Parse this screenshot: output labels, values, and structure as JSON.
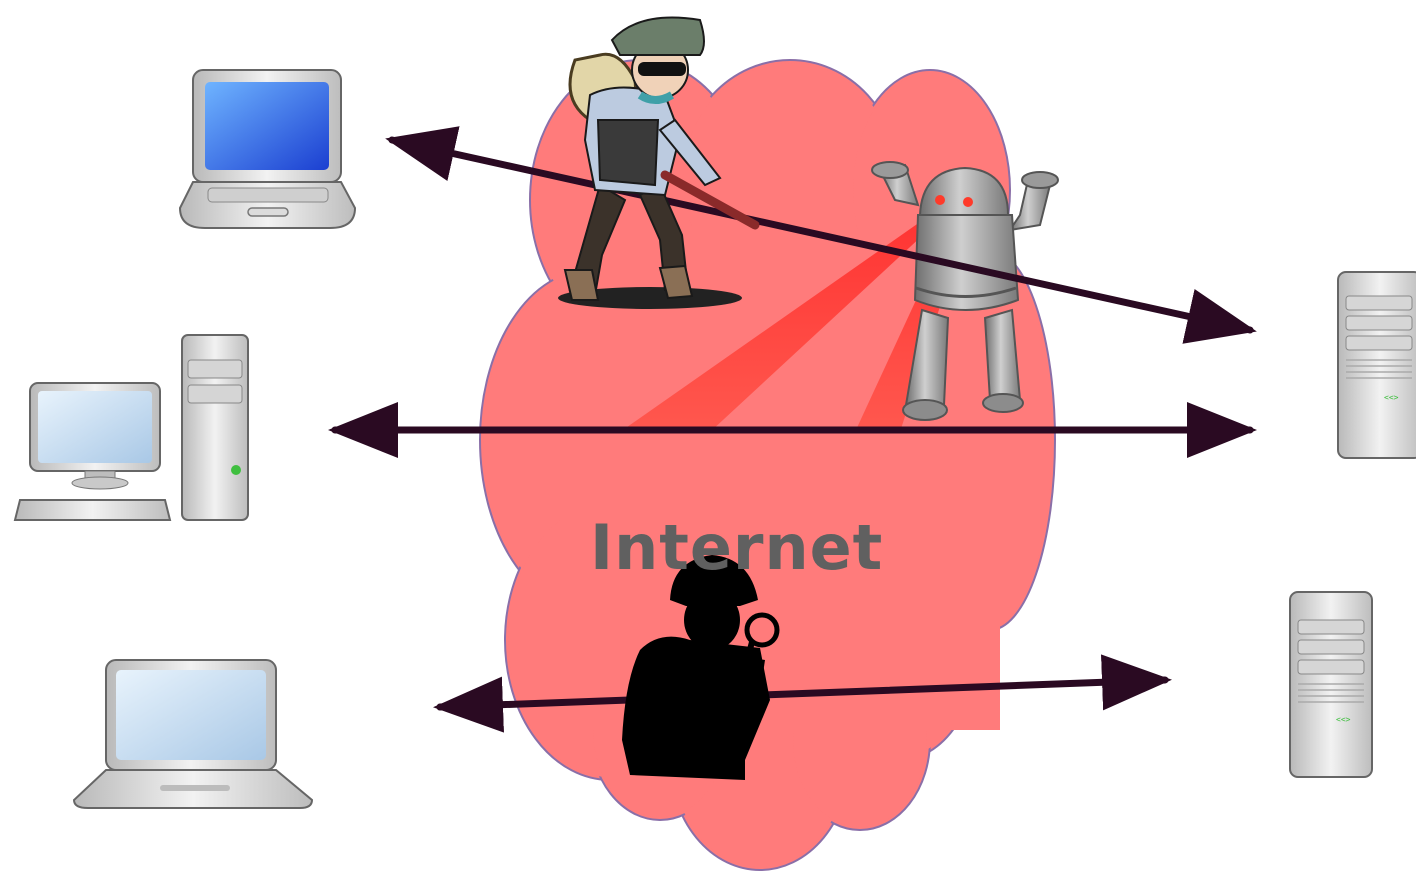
{
  "cloud": {
    "label": "Internet",
    "fill_color": "#ff7b7b",
    "outline_color": "#8a6fa8"
  },
  "arrow_color": "#2a0a22",
  "clients": [
    {
      "name": "laptop-dark",
      "icon": "laptop-icon"
    },
    {
      "name": "desktop-pc",
      "icon": "desktop-computer-icon"
    },
    {
      "name": "laptop-light",
      "icon": "laptop-icon"
    }
  ],
  "servers": [
    {
      "name": "server-upper",
      "icon": "server-tower-icon",
      "port_label": "<<>"
    },
    {
      "name": "server-lower",
      "icon": "server-tower-icon",
      "port_label": "<<>"
    }
  ],
  "actors": [
    {
      "name": "thief",
      "icon": "burglar-icon"
    },
    {
      "name": "robot",
      "icon": "robot-icon"
    },
    {
      "name": "detective",
      "icon": "detective-magnifier-icon"
    }
  ]
}
